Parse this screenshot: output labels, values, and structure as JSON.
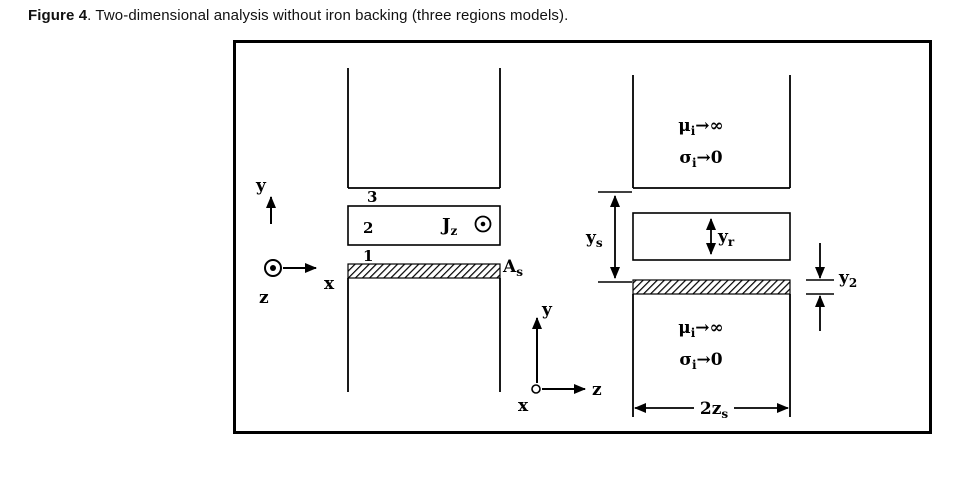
{
  "caption": {
    "label": "Figure 4",
    "text": ". Two-dimensional analysis without iron backing (three regions models)."
  },
  "left_model": {
    "region_3": "3",
    "region_2": "2",
    "region_1": "1",
    "current_density": {
      "base": "J",
      "sub": "z"
    },
    "sheet": {
      "base": "A",
      "sub": "s"
    },
    "axes": {
      "y": "y",
      "x": "x",
      "z": "z"
    }
  },
  "bottom_axes": {
    "y": "y",
    "x": "x",
    "z": "z"
  },
  "right_model": {
    "iron_top": {
      "mu": {
        "base": "μ",
        "sub": "i",
        "rest": "→∞"
      },
      "sigma": {
        "base": "σ",
        "sub": "i",
        "rest": "→0"
      }
    },
    "iron_bottom": {
      "mu": {
        "base": "μ",
        "sub": "i",
        "rest": "→∞"
      },
      "sigma": {
        "base": "σ",
        "sub": "i",
        "rest": "→0"
      }
    },
    "dim_yr": {
      "base": "y",
      "sub": "r"
    },
    "dim_ys": {
      "base": "y",
      "sub": "s"
    },
    "dim_y2": {
      "base": "y",
      "sub": "2"
    },
    "dim_2zs": {
      "base": "2z",
      "sub": "s"
    }
  }
}
